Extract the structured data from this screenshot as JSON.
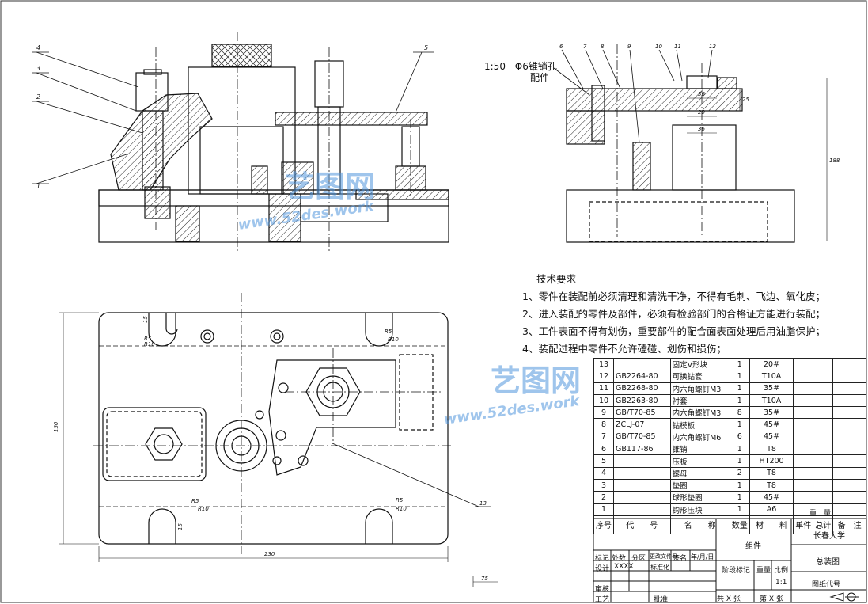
{
  "watermark": {
    "brand_text": "艺图网",
    "url_text": "www.52des.work",
    "color": "#5096dc"
  },
  "drawing": {
    "scale_note": "1:50",
    "pin_hole_note": "Φ6锥销孔",
    "pin_hole_sub": "配件",
    "top_labels": [
      "4",
      "3",
      "2",
      "1",
      "5"
    ],
    "right_labels": [
      "6",
      "7",
      "8",
      "9",
      "10",
      "11",
      "12"
    ],
    "dim_labels": {
      "d36a": "36",
      "d20": "20",
      "d36b": "36",
      "d25": "25",
      "d188": "188",
      "d150": "150",
      "d230": "230",
      "d75": "75",
      "d15a": "15",
      "d15b": "15",
      "r10a": "R10",
      "r5a": "R5",
      "r10b": "R10",
      "r5b": "R5",
      "r10c": "R10",
      "r5c": "R5",
      "r10d": "R10",
      "r5d": "R5",
      "leader13": "13"
    }
  },
  "tech_requirements": {
    "title": "技术要求",
    "items": [
      "1、零件在装配前必须清理和清洗干净，不得有毛刺、飞边、氧化皮；",
      "2、进入装配的零件及部件，必须有检验部门的合格证方能进行装配；",
      "3、工件表面不得有划伤，重要部件的配合面表面处理后用油脂保护；",
      "4、装配过程中零件不允许磕碰、划伤和损伤；"
    ]
  },
  "bom": {
    "rows": [
      {
        "no": "13",
        "code": "",
        "name": "固定V形块",
        "qty": "1",
        "material": "20#"
      },
      {
        "no": "12",
        "code": "GB2264-80",
        "name": "可换钻套",
        "qty": "1",
        "material": "T10A"
      },
      {
        "no": "11",
        "code": "GB2268-80",
        "name": "内六角螺钉M3",
        "qty": "1",
        "material": "35#"
      },
      {
        "no": "10",
        "code": "GB2263-80",
        "name": "衬套",
        "qty": "1",
        "material": "T10A"
      },
      {
        "no": "9",
        "code": "GB/T70-85",
        "name": "内六角螺钉M3",
        "qty": "8",
        "material": "35#"
      },
      {
        "no": "8",
        "code": "ZCLJ-07",
        "name": "钻模板",
        "qty": "1",
        "material": "45#"
      },
      {
        "no": "7",
        "code": "GB/T70-85",
        "name": "内六角螺钉M6",
        "qty": "6",
        "material": "45#"
      },
      {
        "no": "6",
        "code": "GB117-86",
        "name": "锥销",
        "qty": "1",
        "material": "T8"
      },
      {
        "no": "5",
        "code": "",
        "name": "压板",
        "qty": "1",
        "material": "HT200"
      },
      {
        "no": "4",
        "code": "",
        "name": "螺母",
        "qty": "2",
        "material": "T8"
      },
      {
        "no": "3",
        "code": "",
        "name": "垫圈",
        "qty": "1",
        "material": "T8"
      },
      {
        "no": "2",
        "code": "",
        "name": "球形垫圈",
        "qty": "1",
        "material": "45#"
      },
      {
        "no": "1",
        "code": "",
        "name": "钩形压块",
        "qty": "1",
        "material": "A6"
      }
    ],
    "header": {
      "no": "序号",
      "code": "代　　号",
      "name": "名　　称",
      "qty": "数量",
      "material": "材　　料",
      "single_weight": "单件",
      "total_weight": "总计",
      "weight": "重　量",
      "remark": "备　注"
    }
  },
  "title_block": {
    "school": "长春大学",
    "assembly_label": "组件",
    "drawing_name": "总装图",
    "stage_mark": "阶段标记",
    "weight": "重量",
    "scale": "比例",
    "scale_value": "1:1",
    "drawing_code": "图纸代号",
    "sheet_total": "共 X 张",
    "sheet_no": "第 X 张",
    "mark": "标记",
    "count": "处数",
    "zone": "分区",
    "change_doc": "更改文件号",
    "sign": "签名",
    "date": "年/月/日",
    "design": "设计",
    "designer": "XXXX",
    "standard": "标准化",
    "review": "审核",
    "craft": "工艺",
    "approve": "批准"
  }
}
